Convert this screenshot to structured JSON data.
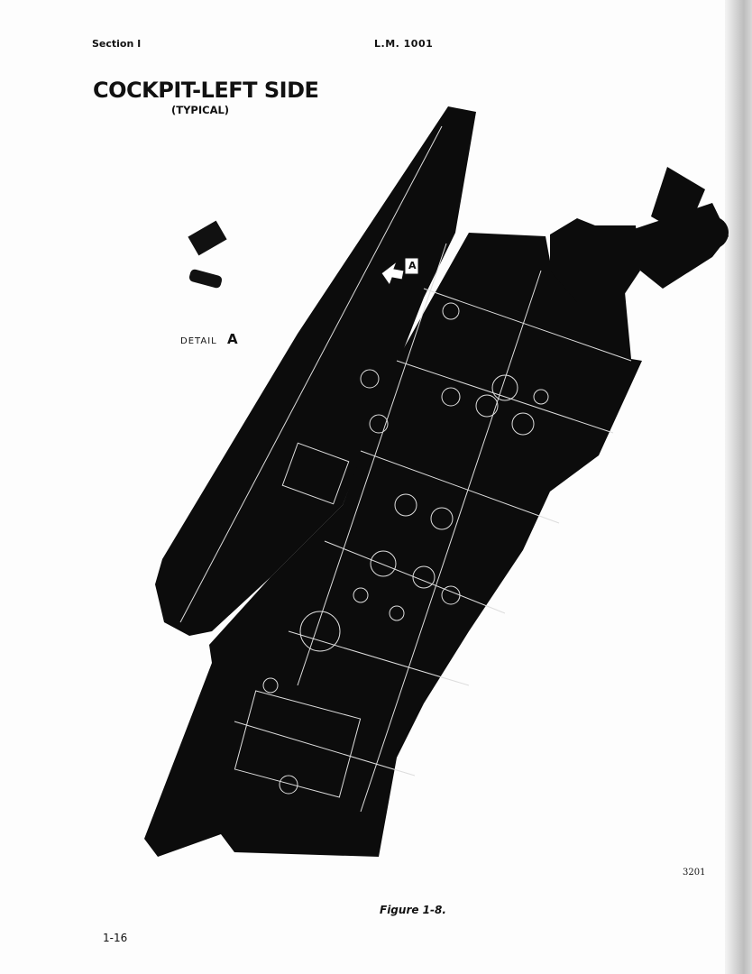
{
  "header": {
    "section": "Section I",
    "manual": "L.M. 1001"
  },
  "title": "COCKPIT-LEFT SIDE",
  "subtitle": "(TYPICAL)",
  "detail": {
    "label": "DETAIL",
    "letter": "A",
    "callout": "A"
  },
  "figure_number": "3201",
  "caption": "Figure 1-8.",
  "page_number": "1-16"
}
